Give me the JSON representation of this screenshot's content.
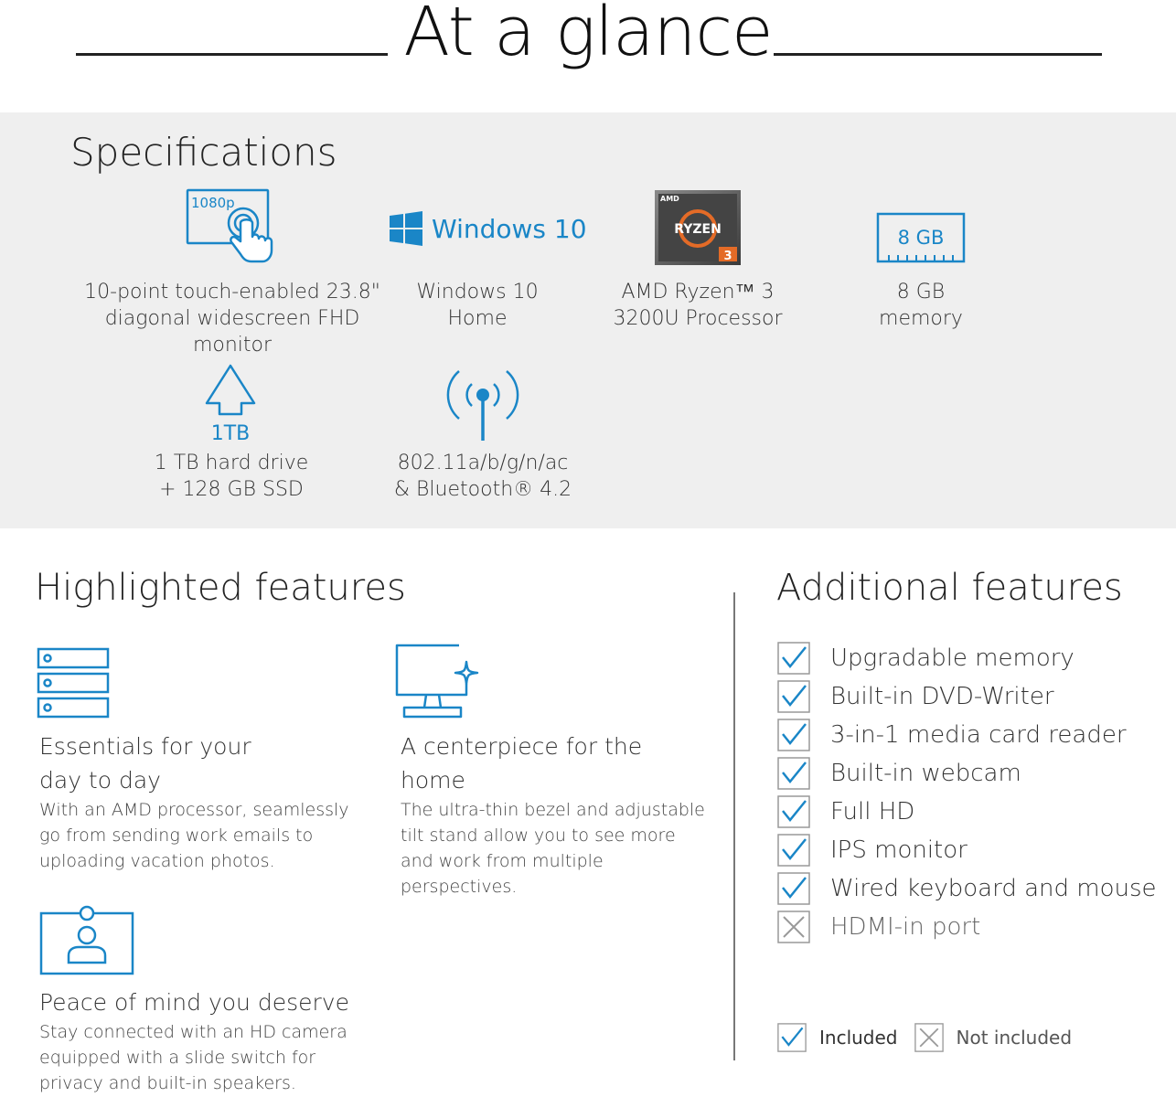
{
  "header": {
    "title": "At a glance"
  },
  "colors": {
    "accent": "#1a86c7",
    "band": "#efefef",
    "rule": "#222222"
  },
  "specifications": {
    "heading": "Specifications",
    "items": [
      {
        "icon": "touch-screen-icon",
        "icon_text": "1080p",
        "lines": [
          "10-point touch-enabled 23.8\"",
          "diagonal widescreen FHD monitor"
        ]
      },
      {
        "icon": "windows-logo-icon",
        "icon_text": "Windows 10",
        "lines": [
          "Windows 10",
          "Home"
        ]
      },
      {
        "icon": "amd-ryzen-badge-icon",
        "icon_text": [
          "AMD",
          "RYZEN",
          "3"
        ],
        "lines": [
          "AMD Ryzen™ 3",
          "3200U Processor"
        ]
      },
      {
        "icon": "memory-module-icon",
        "icon_text": "8 GB",
        "lines": [
          "8 GB",
          "memory"
        ]
      },
      {
        "icon": "hard-drive-arrow-icon",
        "icon_text": "1TB",
        "lines": [
          "1 TB hard drive",
          "+ 128 GB SSD"
        ]
      },
      {
        "icon": "wireless-signal-icon",
        "lines": [
          "802.11a/b/g/n/ac",
          "& Bluetooth® 4.2"
        ]
      }
    ]
  },
  "highlighted": {
    "heading": "Highlighted features",
    "items": [
      {
        "icon": "server-stack-icon",
        "title": [
          "Essentials for your",
          "day to day"
        ],
        "desc": [
          "With an AMD processor, seamlessly",
          "go from sending work emails to",
          "uploading vacation photos."
        ]
      },
      {
        "icon": "desktop-monitor-sparkle-icon",
        "title": [
          "A centerpiece for the home"
        ],
        "desc": [
          "The ultra-thin bezel and adjustable",
          "tilt stand allow you to see more",
          "and work from multiple",
          "perspectives."
        ]
      },
      {
        "icon": "webcam-user-icon",
        "title": [
          "Peace of mind you deserve"
        ],
        "desc": [
          "Stay connected with an HD camera",
          "equipped with a slide switch for",
          "privacy and built-in speakers."
        ]
      }
    ]
  },
  "additional": {
    "heading": "Additional features",
    "items": [
      {
        "label": "Upgradable memory",
        "included": true
      },
      {
        "label": "Built-in DVD-Writer",
        "included": true
      },
      {
        "label": "3-in-1 media card reader",
        "included": true
      },
      {
        "label": "Built-in webcam",
        "included": true
      },
      {
        "label": "Full HD",
        "included": true
      },
      {
        "label": "IPS monitor",
        "included": true
      },
      {
        "label": "Wired keyboard and mouse",
        "included": true
      },
      {
        "label": "HDMI-in port",
        "included": false
      }
    ],
    "legend": {
      "included": "Included",
      "not_included": "Not included"
    }
  }
}
